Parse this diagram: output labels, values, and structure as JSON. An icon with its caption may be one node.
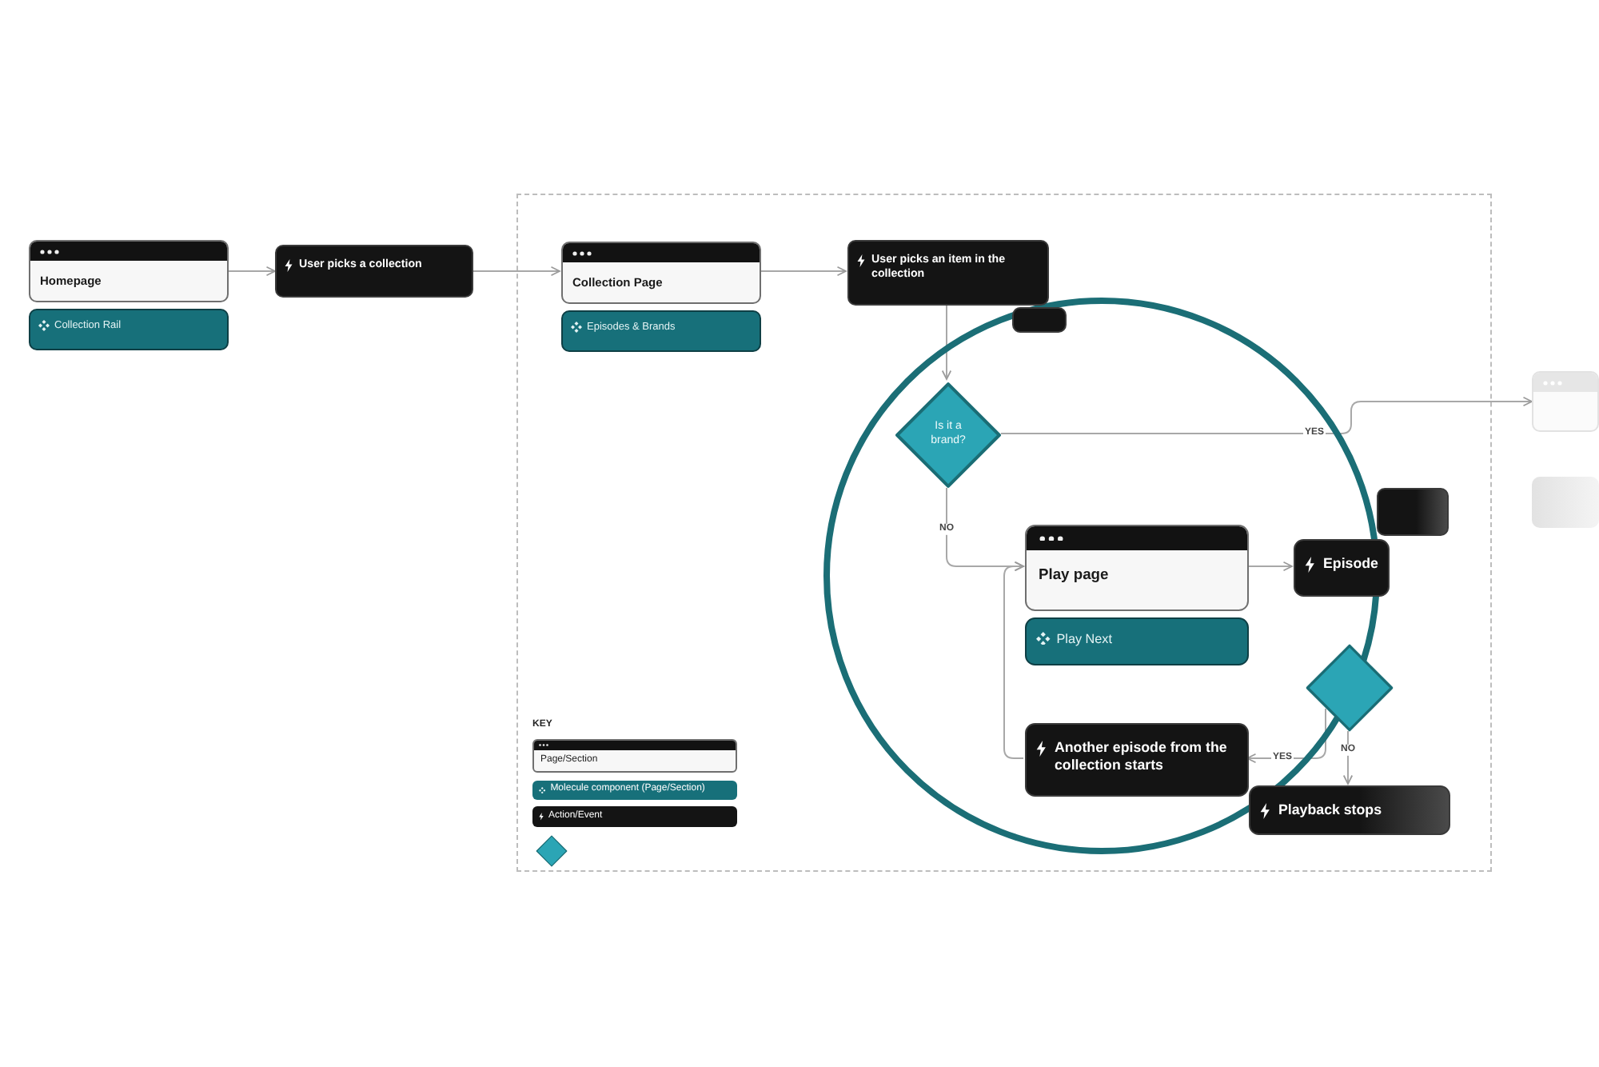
{
  "diagram": {
    "nodes": [
      {
        "text": [
          "Homepage"
        ]
      },
      {
        "text": [
          "Collection Rail"
        ]
      },
      {
        "text": [
          "User picks a collection"
        ]
      },
      {
        "text": [],
        "shape": "box"
      },
      {
        "text": [
          "Collection Page"
        ],
        "in": 3
      },
      {
        "text": [
          "Episodes & Brands"
        ],
        "in": 3
      },
      {
        "text": [
          "User picks an item in the collection"
        ],
        "in": 3
      },
      {
        "text": [
          "Is it a brand?"
        ],
        "in": 3
      },
      {
        "text": [
          "Play page"
        ],
        "in": 3
      },
      {
        "text": [
          "Play Next"
        ],
        "in": 3
      },
      {
        "text": [
          "Episode"
        ],
        "in": 3
      },
      {
        "text": [],
        "shape": "diamond",
        "in": 3
      },
      {
        "text": [
          "Another episode from the collection starts"
        ],
        "in": 3
      },
      {
        "text": [
          "Playback stops"
        ],
        "in": 3
      },
      {
        "text": [],
        "shape": "box",
        "in": 3
      },
      {
        "text": [],
        "shape": "box",
        "in": 3
      },
      {
        "text": [],
        "shape": "box"
      },
      {
        "text": [],
        "shape": "box"
      },
      {
        "text": [],
        "shape": "diamond",
        "in": 3
      }
    ],
    "edges": [
      {
        "from": 0,
        "to": 2,
        "arrow": "to"
      },
      {
        "from": 2,
        "to": 4,
        "arrow": "to"
      },
      {
        "from": 4,
        "to": 6,
        "arrow": "to"
      },
      {
        "from": 6,
        "to": 7,
        "arrow": "to"
      },
      {
        "from": 7,
        "to": 16,
        "arrow": "to",
        "label": "YES"
      },
      {
        "from": 7,
        "to": 8,
        "arrow": "to",
        "label": "NO"
      },
      {
        "from": 8,
        "to": 10,
        "arrow": "to"
      },
      {
        "from": 11,
        "to": 12,
        "arrow": "to",
        "label": "YES"
      },
      {
        "from": 11,
        "to": 13,
        "arrow": "to",
        "label": "NO"
      },
      {
        "from": 12,
        "to": 8,
        "arrow": "to"
      }
    ],
    "labels": [
      "KEY"
    ],
    "legend": [
      {
        "text": "Page/Section"
      },
      {
        "text": "Molecule component (Page/Section)"
      },
      {
        "text": "Action/Event"
      }
    ]
  }
}
